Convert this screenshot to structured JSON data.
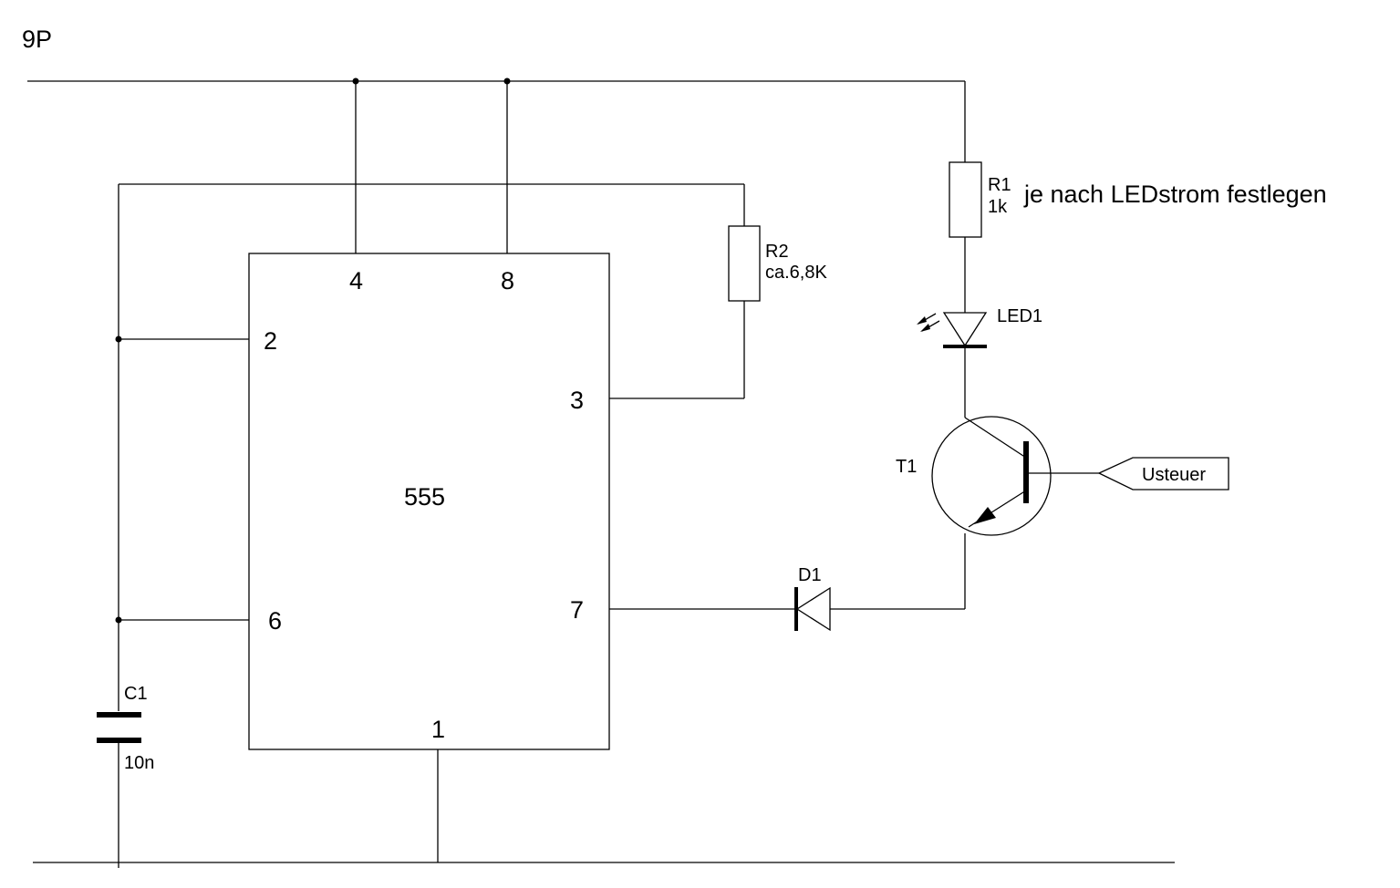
{
  "title": "9P",
  "ic": {
    "name": "555",
    "pins": {
      "p1": "1",
      "p2": "2",
      "p3": "3",
      "p4": "4",
      "p6": "6",
      "p7": "7",
      "p8": "8"
    }
  },
  "r1": {
    "ref": "R1",
    "value": "1k",
    "note": "je nach LEDstrom festlegen"
  },
  "r2": {
    "ref": "R2",
    "value": "ca.6,8K"
  },
  "led1": {
    "ref": "LED1"
  },
  "t1": {
    "ref": "T1"
  },
  "d1": {
    "ref": "D1"
  },
  "c1": {
    "ref": "C1",
    "value": "10n"
  },
  "input_port": {
    "label": "Usteuer"
  },
  "colors": {
    "ink": "#000000",
    "background": "#ffffff"
  }
}
